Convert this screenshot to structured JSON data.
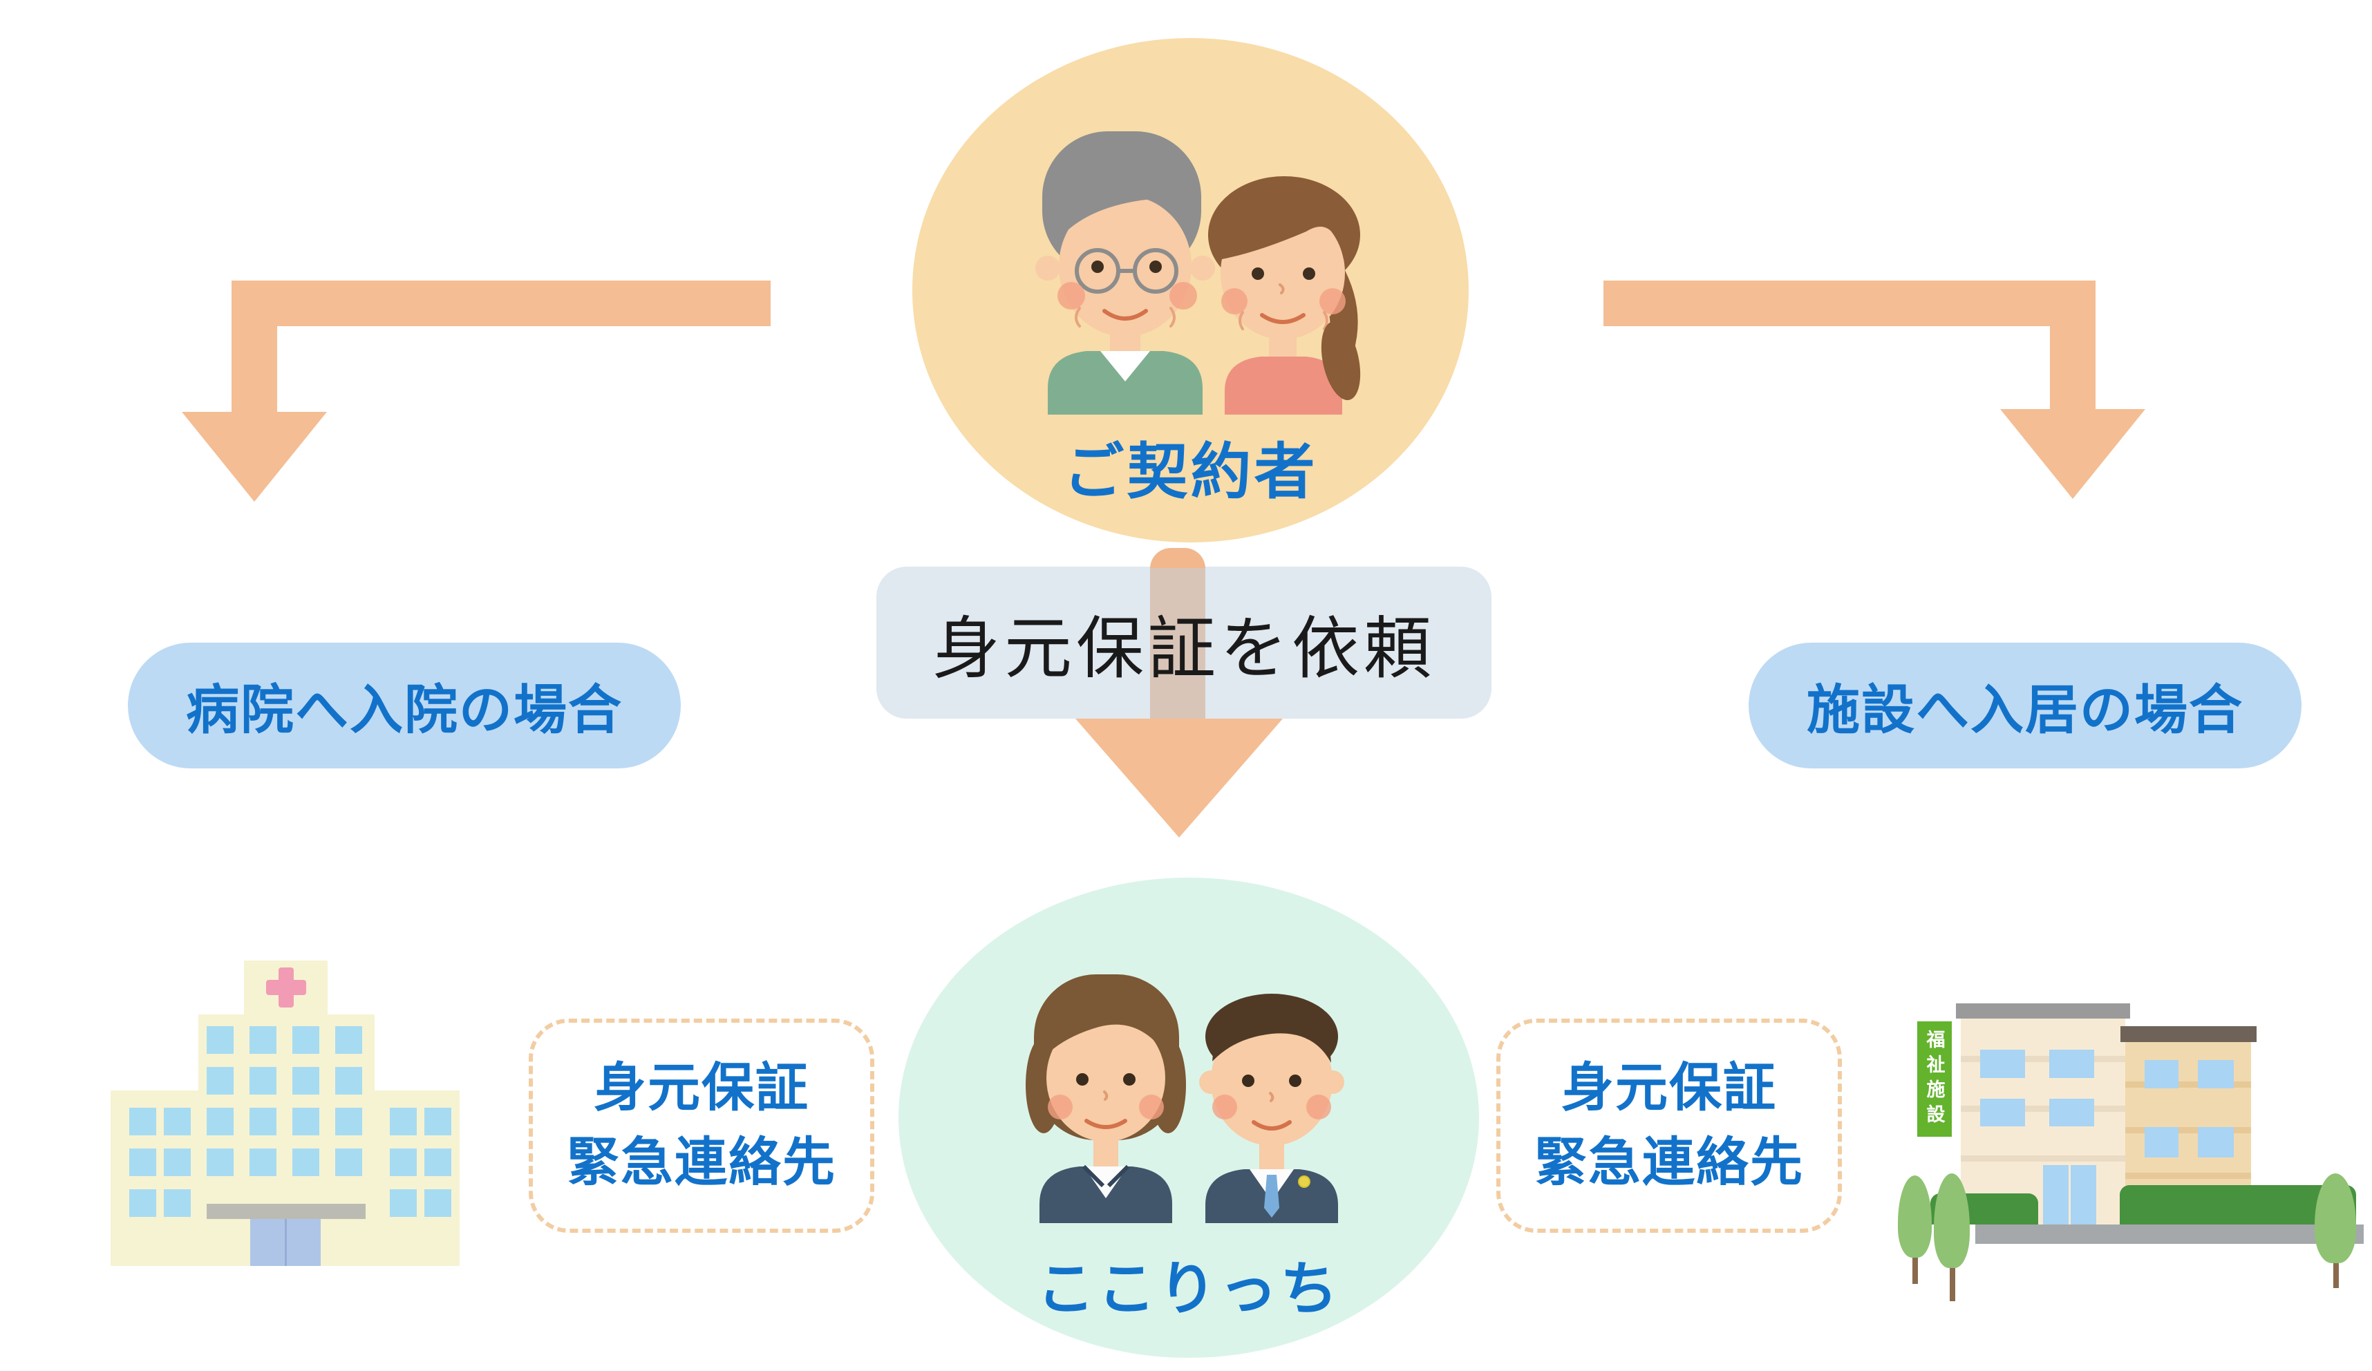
{
  "contractor": {
    "label": "ご契約者",
    "icon": "elderly-couple-icon",
    "bubble_color": "#F8DCA9"
  },
  "request": {
    "label": "身元保証を依頼",
    "box_color": "#E0E8F0",
    "text_color": "#1A1A1A"
  },
  "hospital_case": {
    "label": "病院へ入院の場合",
    "pill_color": "#BDDAF4"
  },
  "facility_case": {
    "label": "施設へ入居の場合",
    "pill_color": "#BDDAF4"
  },
  "provider": {
    "label": "ここりっち",
    "icon": "staff-couple-icon",
    "bubble_color": "#DBF4E9"
  },
  "guarantee_badge_left": {
    "line1": "身元保証",
    "line2": "緊急連絡先",
    "border_color": "#F2CDA2"
  },
  "guarantee_badge_right": {
    "line1": "身元保証",
    "line2": "緊急連絡先",
    "border_color": "#F2CDA2"
  },
  "hospital": {
    "icon": "hospital-building-icon",
    "cross_color": "#F29BB4"
  },
  "facility": {
    "icon": "care-facility-building-icon",
    "sign_label": "福祉施設",
    "sign_color": "#63B32D"
  },
  "styles": {
    "arrow_color": "#F4BD93",
    "blue_text_color": "#1272CA"
  }
}
